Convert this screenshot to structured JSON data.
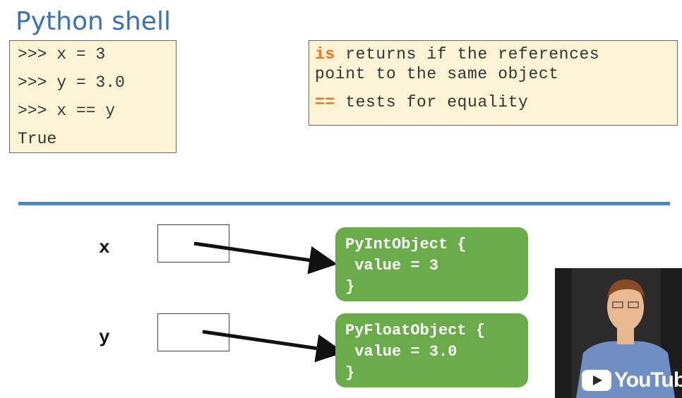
{
  "slide": {
    "title": "Python shell",
    "shell_lines": [
      ">>> x = 3",
      ">>> y = 3.0",
      ">>> x == y",
      "True"
    ],
    "note": {
      "is_keyword": "is",
      "is_text_1": " returns if the references",
      "is_text_2": "point to the same object",
      "eq_keyword": "==",
      "eq_text": " tests for equality"
    },
    "variables": [
      {
        "label": "x"
      },
      {
        "label": "y"
      }
    ],
    "objects": [
      {
        "lines": [
          "PyIntObject {",
          " value = 3",
          "}"
        ]
      },
      {
        "lines": [
          "PyFloatObject {",
          " value = 3.0",
          "}"
        ]
      }
    ]
  },
  "video": {
    "watermark_text": "YouTub"
  },
  "colors": {
    "title": "#3b6fb6",
    "note_bg": "#fdf3d5",
    "keyword": "#e8741e",
    "divider": "#4d86c9",
    "object_bg": "#6aab4a"
  }
}
